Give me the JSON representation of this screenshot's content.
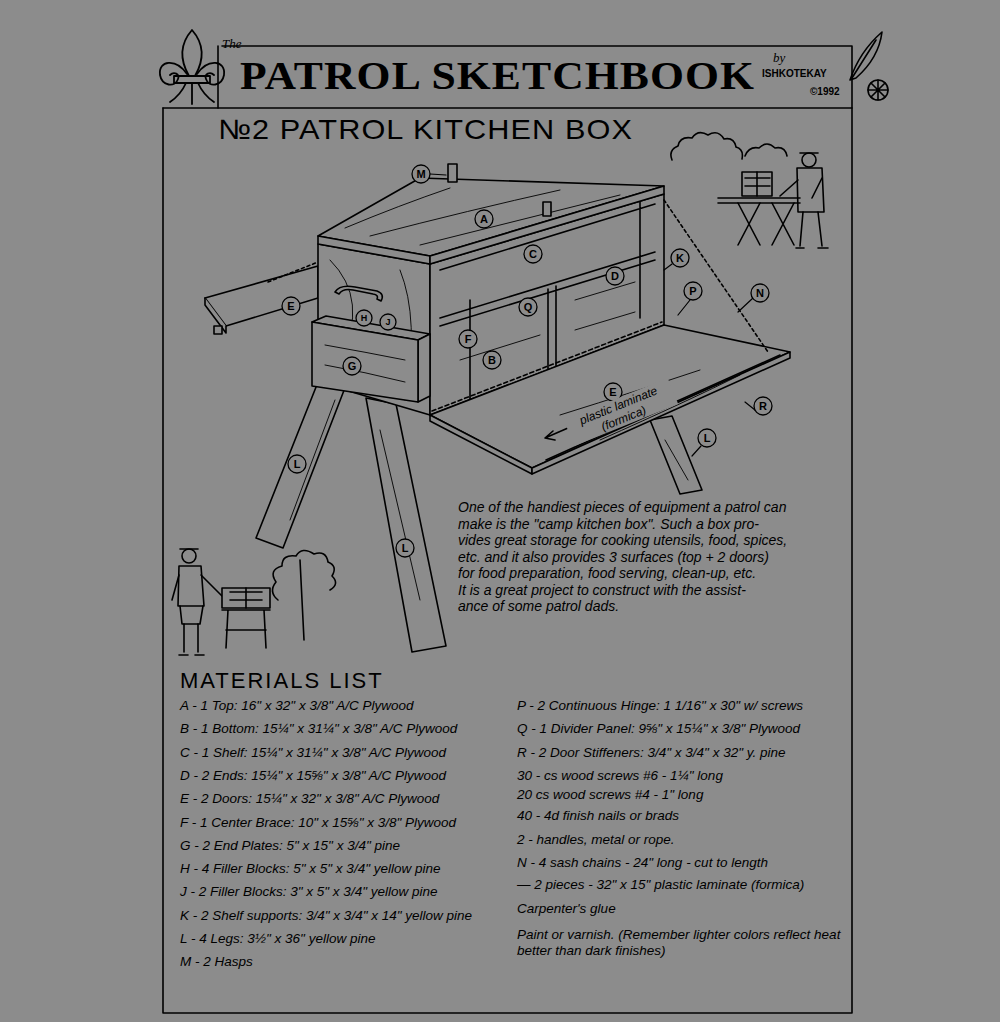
{
  "diagram": {
    "title": "PATROL SKETCHBOOK",
    "labels": [
      "The",
      "by",
      "ISHKOTEKAY",
      "©1992",
      "№2 PATROL KITCHEN BOX",
      "M",
      "A",
      "C",
      "K",
      "D",
      "P",
      "N",
      "E",
      "Q",
      "F",
      "B",
      "G",
      "E",
      "R",
      "L",
      "L",
      "L",
      "H",
      "J",
      "plastic laminate (formica)",
      "One of the handiest pieces of equipment a patrol can",
      "make is the \"camp kitchen box\". Such a box pro-",
      "vides great storage for cooking utensils, food, spices,",
      "etc. and it also provides 3 surfaces (top + 2 doors)",
      "for food preparation, food serving, clean-up, etc.",
      "It is a great project to construct with the assist-",
      "ance of some patrol dads.",
      "MATERIALS LIST",
      "A - 1 Top: 16\" x 32\" x 3/8\" A/C Plywood",
      "B - 1 Bottom: 15¼\" x 31¼\" x 3/8\" A/C Plywood",
      "C - 1 Shelf: 15¼\" x 31¼\" x 3/8\" A/C Plywood",
      "D - 2 Ends: 15¼\" x 15⅝\" x 3/8\" A/C Plywood",
      "E - 2 Doors: 15¼\" x 32\" x 3/8\" A/C Plywood",
      "F - 1 Center Brace: 10\" x 15⅝\" x 3/8\" Plywood",
      "G - 2 End Plates: 5\" x 15\" x 3/4\" pine",
      "H - 4 Filler Blocks: 5\" x 5\" x 3/4\" yellow pine",
      "J - 2 Filler Blocks: 3\" x 5\" x 3/4\" yellow pine",
      "K - 2 Shelf supports: 3/4\" x 3/4\" x 14\" yellow pine",
      "L - 4 Legs: 3½\" x 36\" yellow pine",
      "M - 2 Hasps",
      "P - 2 Continuous Hinge: 1 1/16\" x 30\" w/ screws",
      "Q - 1 Divider Panel: 9⅝\" x 15¼\" x 3/8\" Plywood",
      "R - 2 Door Stiffeners: 3/4\" x 3/4\" x 32\" y. pine",
      "30 - cs wood screws #6 - 1¼\" long",
      "20 cs wood screws #4 - 1\" long",
      "40 - 4d finish nails or brads",
      "2 - handles, metal or rope.",
      "N - 4 sash chains - 24\" long - cut to length",
      "— 2 pieces - 32\" x 15\" plastic laminate (formica)",
      "Carpenter's glue",
      "Paint or varnish. (Remember lighter colors reflect heat better than dark finishes)"
    ]
  }
}
